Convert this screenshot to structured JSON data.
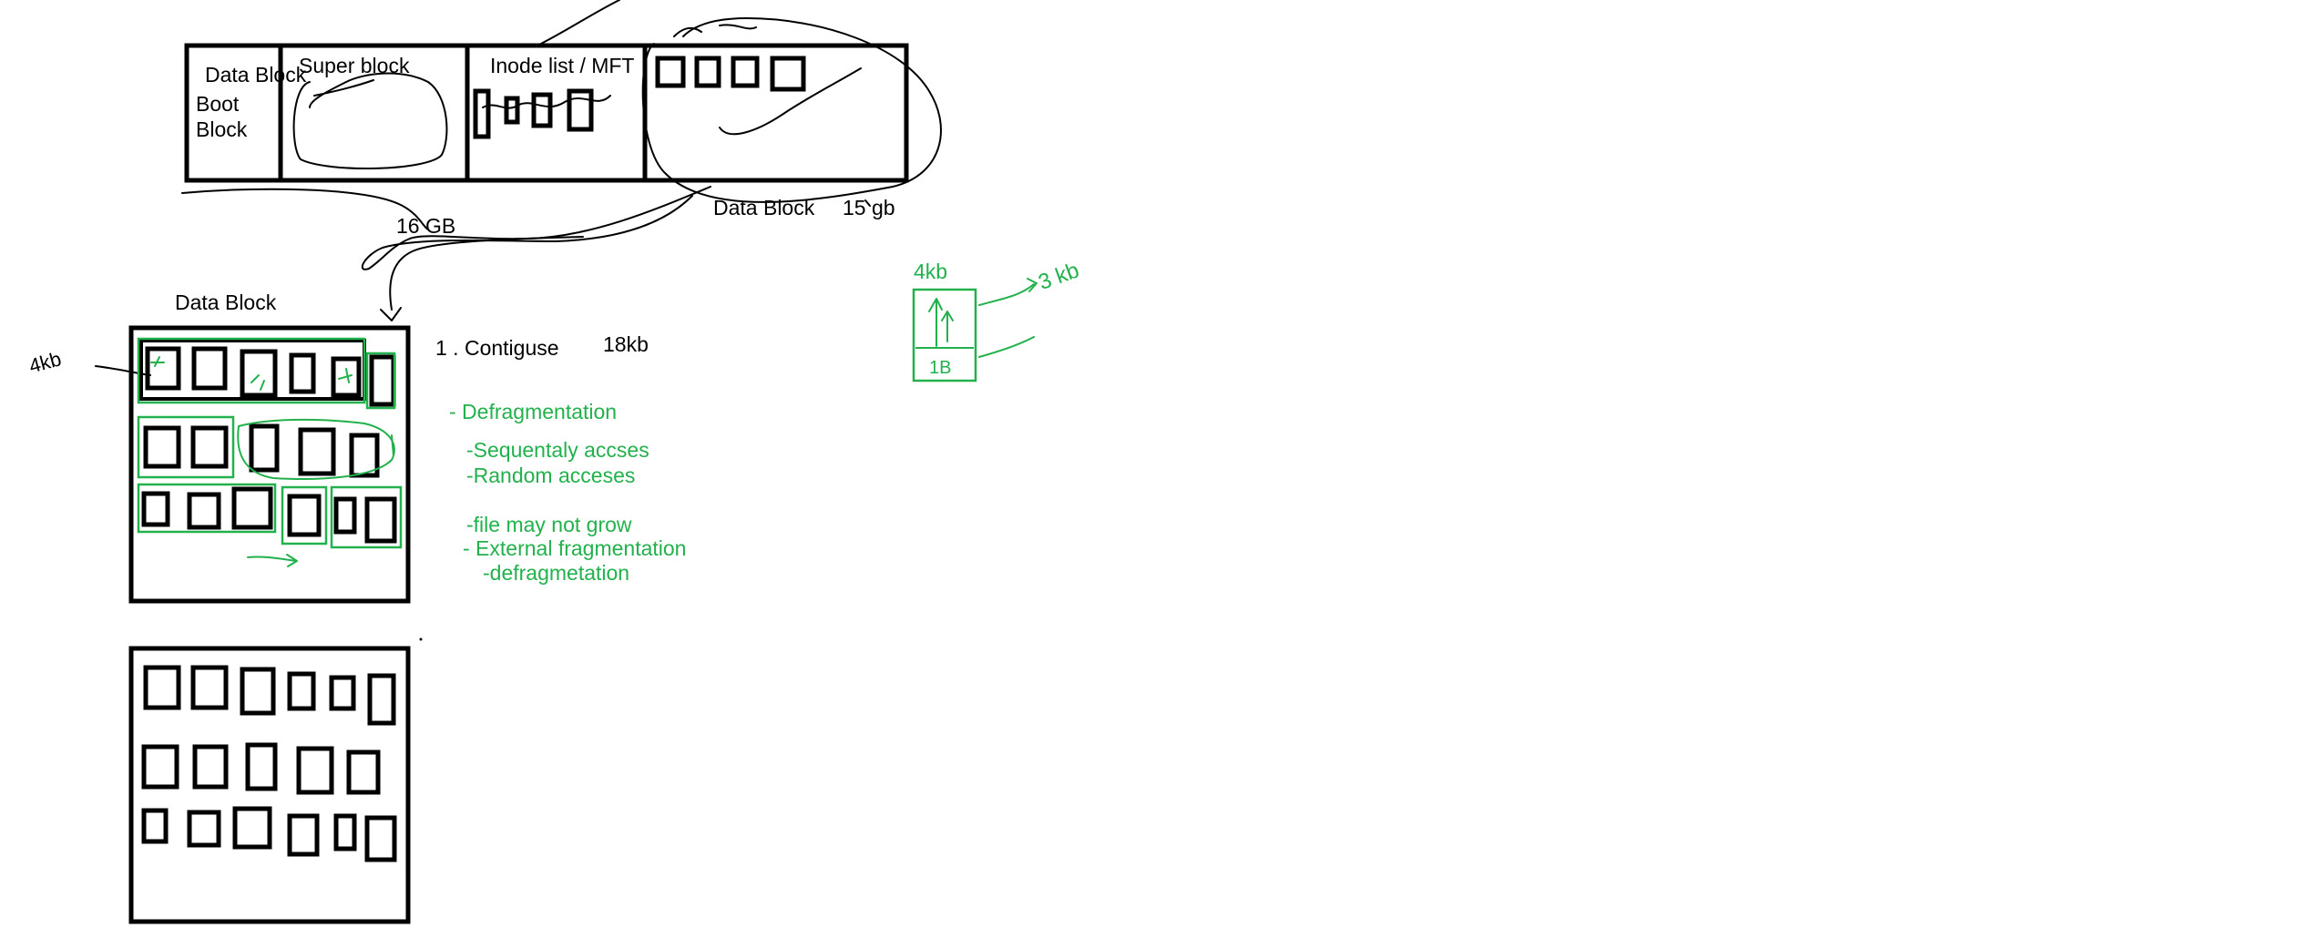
{
  "colors": {
    "ink": "#000000",
    "accent": "#22b14c",
    "background": "#ffffff"
  },
  "disk": {
    "boot_label_1": "Data Block",
    "boot_label_2": "Boot",
    "boot_label_3": "Block",
    "super_block_label": "Super block",
    "inode_list_label": "Inode list / MFT",
    "data_block_label": "Data Block",
    "data_block_size": "15 gb",
    "total_size": "16 GB"
  },
  "data_block_panel": {
    "title": "Data Block",
    "block_size_note": "4kb"
  },
  "notes": {
    "contiguous": "1 . Contiguse",
    "file_size": "18kb",
    "defragmentation": "- Defragmentation",
    "sequential": "-Sequentaly accses",
    "random": "-Random acceses",
    "file_grow": "-file may not grow",
    "external_frag": "- External fragmentation",
    "defrag_sub": "-defragmetation"
  },
  "block_sketch": {
    "label": "4kb",
    "annotation": "3 kb",
    "small_label": "1B"
  }
}
